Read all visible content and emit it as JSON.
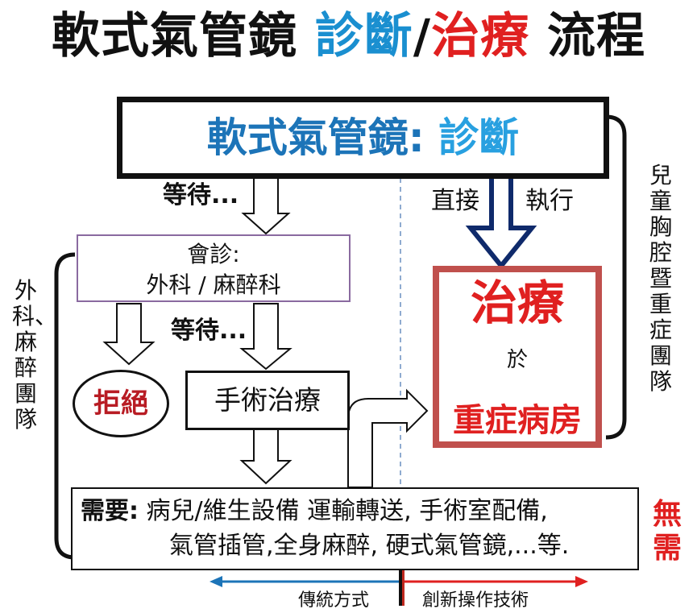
{
  "title": {
    "part1": "軟式氣管鏡 ",
    "part2": "診斷",
    "part3": "/",
    "part4": "治療",
    "part5": " 流程"
  },
  "diagnosis": {
    "main": "軟式氣管鏡: ",
    "accent": "診斷"
  },
  "wait_top": "等待...",
  "consult": {
    "line1": "會診:",
    "line2": "外科 / 麻醉科"
  },
  "wait_mid": "等待...",
  "refuse": "拒絕",
  "surgery": "手術治療",
  "direct": "直接",
  "execute": "執行",
  "treatment": {
    "title": "治療",
    "at": "於",
    "ward": "重症病房"
  },
  "needs": {
    "label": "需要:",
    "line1": " 病兒/維生設備 運輸轉送, 手術室配備,",
    "line2": "氣管插管,全身麻醉, 硬式氣管鏡,...等."
  },
  "no_need": "無需",
  "left_team": "外科、麻醉團隊",
  "right_team": "兒童胸腔暨重症團隊",
  "bottom": {
    "traditional": "傳統方式",
    "innovative": "創新操作技術"
  },
  "colors": {
    "blue": "#1c74b8",
    "red": "#e02020",
    "box_red": "#c0504d",
    "purple_border": "#8a6aa0"
  }
}
